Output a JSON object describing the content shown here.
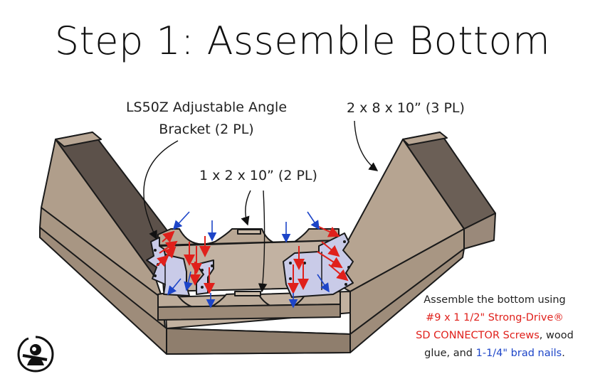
{
  "title": "Step 1: Assemble Bottom",
  "callouts": {
    "bracket_line1": "LS50Z Adjustable Angle",
    "bracket_line2": "Bracket (2 PL)",
    "board_2x8": "2 x 8 x 10” (3 PL)",
    "board_1x2": "1 x 2 x 10” (2 PL)"
  },
  "instructions": {
    "intro": "Assemble the bottom using",
    "screws_line1": "#9 x 1 1/2\" Strong-Drive®",
    "screws_line2": "SD CONNECTOR Screws",
    "wood": ", wood",
    "glue": "glue, and ",
    "nails": "1-1/4\" brad nails",
    "period": "."
  },
  "colors": {
    "screw_arrow": "#e0201b",
    "nail_arrow": "#1d45c8",
    "wood_light": "#b4a28f",
    "wood_dark": "#5c514a",
    "bracket": "#c9cbe8"
  },
  "icons": {
    "logo": "woodworker-logo-icon"
  }
}
